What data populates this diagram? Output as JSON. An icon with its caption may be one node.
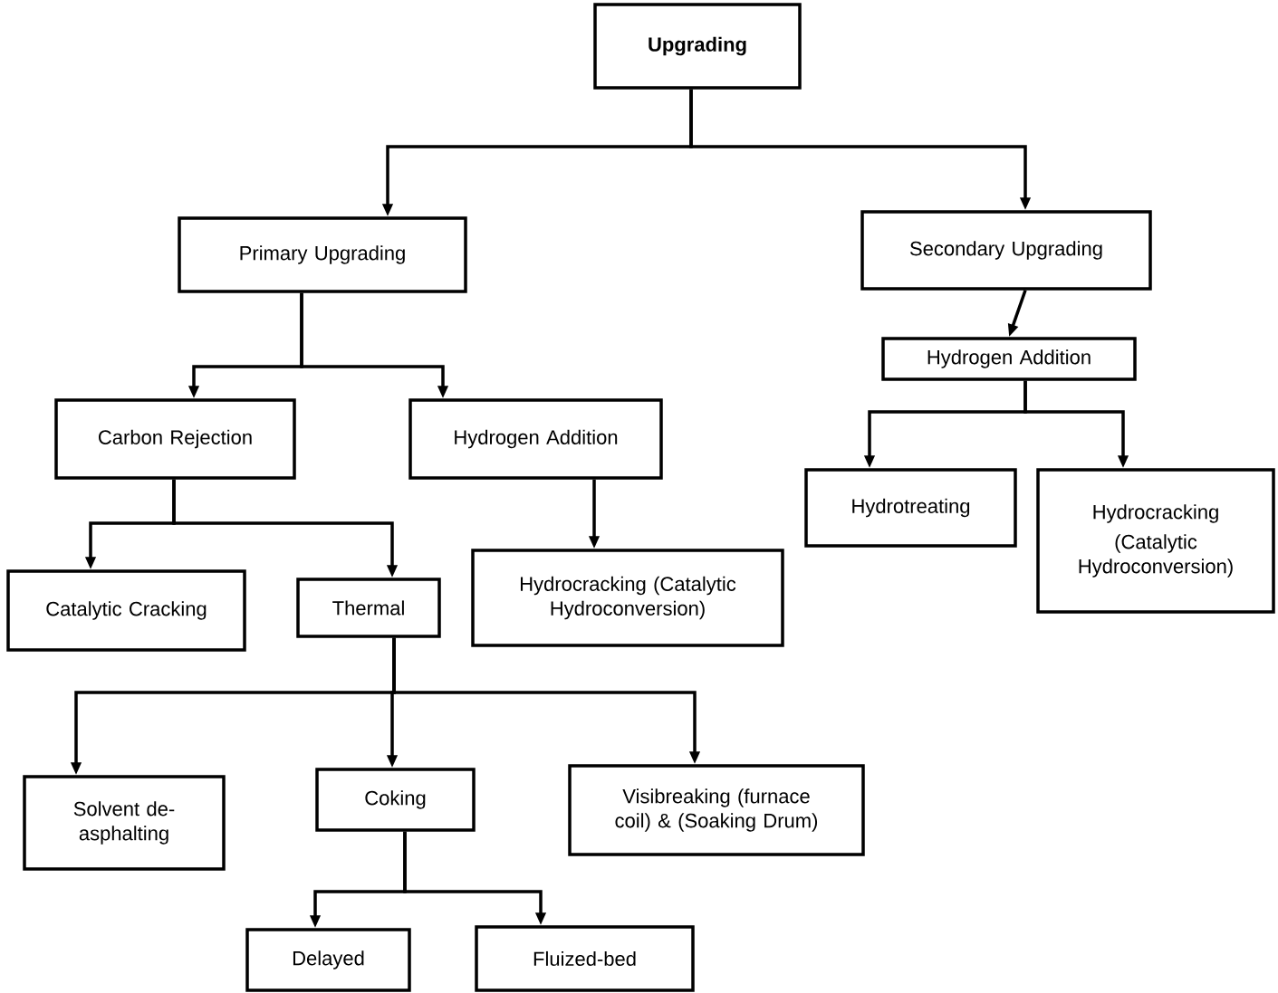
{
  "diagram": {
    "nodes": [
      {
        "text": [
          "Upgrading"
        ]
      },
      {
        "text": [
          "Primary Upgrading"
        ]
      },
      {
        "text": [
          "Secondary Upgrading"
        ]
      },
      {
        "text": [
          "Hydrogen Addition"
        ]
      },
      {
        "text": [
          "Carbon Rejection"
        ]
      },
      {
        "text": [
          "Hydrogen Addition"
        ]
      },
      {
        "text": [
          "Hydrotreating"
        ]
      },
      {
        "text": [
          "Hydrocracking",
          "(Catalytic Hydroconversion)"
        ]
      },
      {
        "text": [
          "Catalytic Cracking"
        ]
      },
      {
        "text": [
          "Thermal"
        ]
      },
      {
        "text": [
          "Hydrocracking (Catalytic Hydroconversion)"
        ]
      },
      {
        "text": [
          "Solvent de-asphalting"
        ]
      },
      {
        "text": [
          "Coking"
        ]
      },
      {
        "text": [
          "Visibreaking (furnace coil) & (Soaking Drum)"
        ]
      },
      {
        "text": [
          "Delayed"
        ]
      },
      {
        "text": [
          "Fluized-bed"
        ]
      }
    ],
    "edges": [
      {
        "from": 0,
        "to": 1,
        "arrow": "to"
      },
      {
        "from": 0,
        "to": 2,
        "arrow": "to"
      },
      {
        "from": 1,
        "to": 4,
        "arrow": "to"
      },
      {
        "from": 1,
        "to": 5,
        "arrow": "to"
      },
      {
        "from": 2,
        "to": 3,
        "arrow": "to"
      },
      {
        "from": 3,
        "to": 6,
        "arrow": "to"
      },
      {
        "from": 3,
        "to": 7,
        "arrow": "to"
      },
      {
        "from": 4,
        "to": 8,
        "arrow": "to"
      },
      {
        "from": 4,
        "to": 9,
        "arrow": "to"
      },
      {
        "from": 5,
        "to": 10,
        "arrow": "to"
      },
      {
        "from": 9,
        "to": 11,
        "arrow": "to"
      },
      {
        "from": 9,
        "to": 12,
        "arrow": "to"
      },
      {
        "from": 9,
        "to": 13,
        "arrow": "to"
      },
      {
        "from": 12,
        "to": 14,
        "arrow": "to"
      },
      {
        "from": 12,
        "to": 15,
        "arrow": "to"
      }
    ]
  }
}
